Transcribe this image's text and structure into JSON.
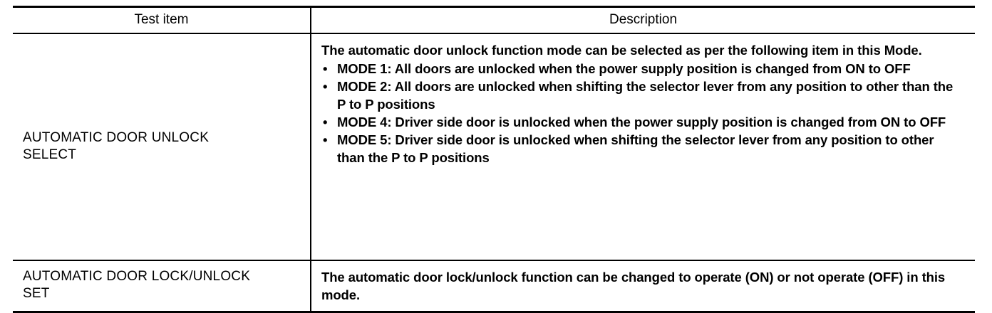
{
  "table": {
    "name": "automatic-door-lock-work-support-table",
    "columns": [
      {
        "key": "test_item",
        "header": "Test item"
      },
      {
        "key": "description",
        "header": "Description"
      }
    ],
    "rows": [
      {
        "test_item": "AUTOMATIC DOOR UNLOCK\nSELECT",
        "description": {
          "intro": "The automatic door unlock function mode can be selected as per the following item in this Mode.",
          "bullet_glyph": "•",
          "bullets": [
            "MODE 1: All doors are unlocked when the power supply position is changed from ON to OFF",
            "MODE 2: All doors are unlocked when shifting the selector lever from any position to other than the P to P positions",
            "MODE 4: Driver side door is unlocked when the power supply position is changed from ON to OFF",
            "MODE 5: Driver side door is unlocked when shifting the selector lever from any position to other than the P to P positions"
          ]
        }
      },
      {
        "test_item": "AUTOMATIC DOOR LOCK/UNLOCK\nSET",
        "description": {
          "intro": "The automatic door lock/unlock function can be changed to operate (ON) or not operate (OFF) in this mode.",
          "bullet_glyph": "•",
          "bullets": []
        }
      }
    ]
  },
  "colors": {
    "rule": "#000000",
    "text": "#000000",
    "background": "#ffffff"
  }
}
